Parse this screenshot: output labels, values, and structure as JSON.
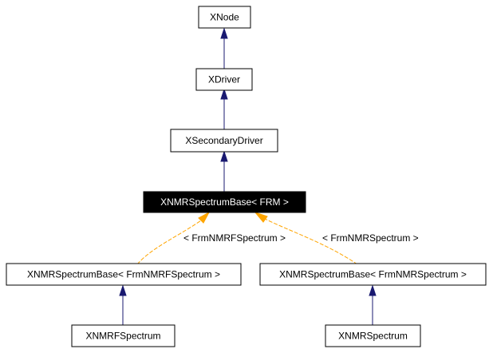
{
  "diagram": {
    "colors": {
      "inheritance_edge": "#191970",
      "template_edge": "#ffa500",
      "current_node_fill": "#000000",
      "current_node_text": "#ffffff",
      "node_border": "#000000"
    },
    "nodes": {
      "xnode": "XNode",
      "xdriver": "XDriver",
      "xsecondarydriver": "XSecondaryDriver",
      "xnmrspectrumbase": "XNMRSpectrumBase< FRM >",
      "base_frmnmrf": "XNMRSpectrumBase< FrmNMRFSpectrum >",
      "base_frmnmr": "XNMRSpectrumBase< FrmNMRSpectrum >",
      "xnmrfspectrum": "XNMRFSpectrum",
      "xnmrspectrum": "XNMRSpectrum"
    },
    "edge_labels": {
      "frmnmrf": "< FrmNMRFSpectrum >",
      "frmnmr": "< FrmNMRSpectrum >"
    }
  }
}
